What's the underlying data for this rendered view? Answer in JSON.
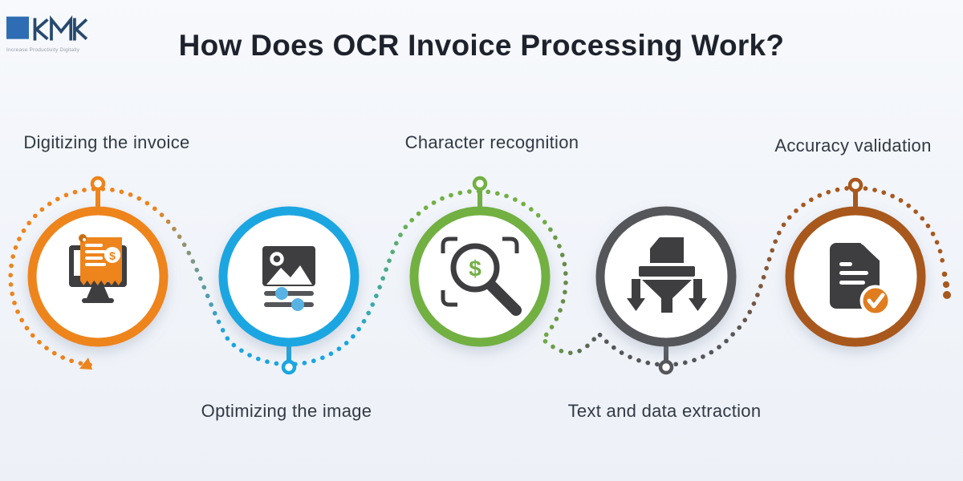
{
  "header": {
    "title": "How Does OCR Invoice Processing Work?"
  },
  "logo": {
    "name": "KMK",
    "tagline": "Increase Productivity Digitally"
  },
  "steps": [
    {
      "id": 1,
      "label": "Digitizing the invoice",
      "label_position": "top",
      "color": "#EE841C",
      "icon": "monitor-invoice-icon"
    },
    {
      "id": 2,
      "label": "Optimizing the image",
      "label_position": "bottom",
      "color": "#1BA6E1",
      "icon": "image-adjust-icon"
    },
    {
      "id": 3,
      "label": "Character recognition",
      "label_position": "top",
      "color": "#72B043",
      "icon": "magnifier-dollar-icon"
    },
    {
      "id": 4,
      "label": "Text and data extraction",
      "label_position": "bottom",
      "color": "#55565A",
      "icon": "funnel-document-icon"
    },
    {
      "id": 5,
      "label": "Accuracy validation",
      "label_position": "top",
      "color": "#A8581E",
      "icon": "document-check-icon"
    }
  ],
  "icons": {
    "dollar": "$"
  },
  "colors": {
    "background": "#F2F5FA",
    "title_text": "#1E222C",
    "label_text": "#313944",
    "icon_dark": "#3E3E40",
    "slider_knob_blue": "#58B2E3",
    "check_badge_orange": "#DF7D1F",
    "logo_square_blue": "#2E6DB3",
    "logo_letters_navy": "#27496D"
  }
}
